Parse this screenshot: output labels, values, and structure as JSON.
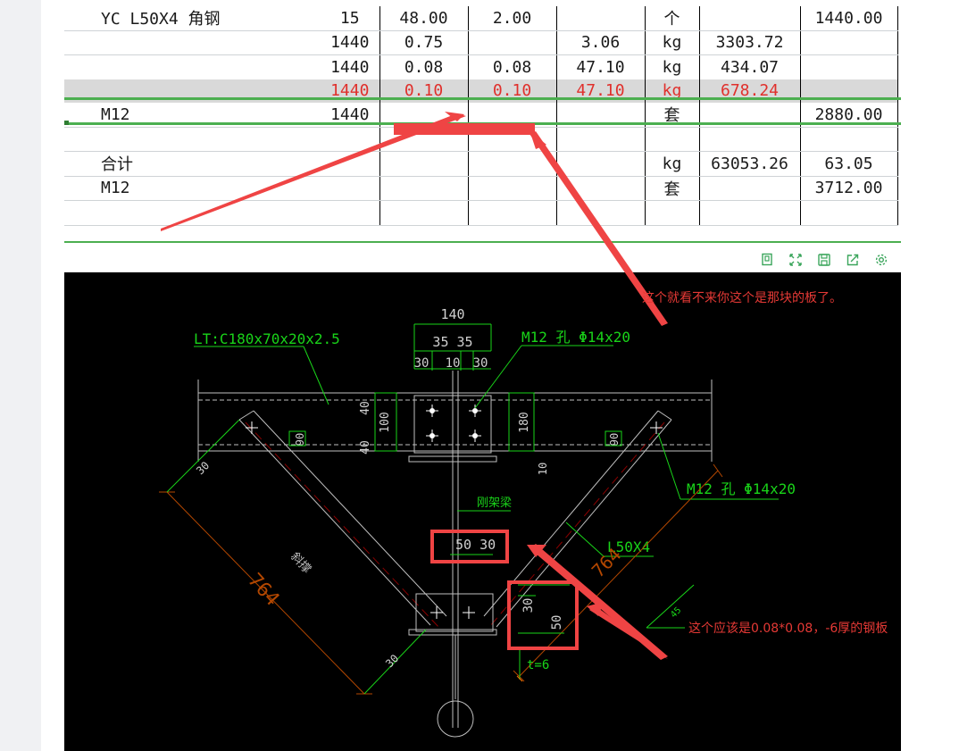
{
  "table": {
    "rows": [
      {
        "cells": [
          "YC L50X4  角钢",
          "15",
          "48.00",
          "2.00",
          "",
          "个",
          "",
          "1440.00"
        ]
      },
      {
        "cells": [
          "",
          "1440",
          "0.75",
          "",
          "3.06",
          "kg",
          "3303.72",
          ""
        ]
      },
      {
        "cells": [
          "",
          "1440",
          "0.08",
          "0.08",
          "47.10",
          "kg",
          "434.07",
          ""
        ]
      },
      {
        "cells": [
          "",
          "1440",
          "0.10",
          "0.10",
          "47.10",
          "kg",
          "678.24",
          ""
        ],
        "highlighted": true
      },
      {
        "cells": [
          "M12",
          "1440",
          "",
          "",
          "",
          "套",
          "",
          "2880.00"
        ]
      },
      {
        "cells": [
          "",
          "",
          "",
          "",
          "",
          "",
          "",
          ""
        ]
      },
      {
        "cells": [
          "合计",
          "",
          "",
          "",
          "",
          "kg",
          "63053.26",
          "63.05"
        ]
      },
      {
        "cells": [
          "M12",
          "",
          "",
          "",
          "",
          "套",
          "",
          "3712.00"
        ]
      },
      {
        "cells": [
          "",
          "",
          "",
          "",
          "",
          "",
          "",
          ""
        ]
      }
    ]
  },
  "toolbar": {
    "icons": [
      "fit-page-icon",
      "fullscreen-icon",
      "save-icon",
      "export-icon",
      "settings-icon"
    ]
  },
  "drawing": {
    "dim_140": "140",
    "dim_35_35": "35 35",
    "dim_30_left": "30",
    "dim_10": "10",
    "dim_30_right": "30",
    "purlin_label": "LT:C180x70x20x2.5",
    "bolt_hole_top": "M12 孔 Φ14x20",
    "bolt_hole_right": "M12 孔 Φ14x20",
    "dim_40_top": "40",
    "dim_100": "100",
    "dim_40_bottom": "40",
    "dim_180": "180",
    "dim_10_small": "10",
    "dim_90_left": "90",
    "dim_90_right": "90",
    "dim_30_diag_top": "30",
    "beam_label": "刚架梁",
    "dim_50_30": "50 30",
    "angle_label": "L50X4",
    "dim_764_left": "764",
    "dim_764_right": "764",
    "member_label": "斜撑",
    "dim_30_vert": "30",
    "dim_50_vert": "50",
    "dim_30_diag_bottom": "30",
    "plate_thickness": "t=6",
    "angle_mark": "45"
  },
  "annotations": {
    "note_top": "这个就看不来你这个是那块的板了。",
    "note_bottom": "这个应该是0.08*0.08，-6厚的钢板"
  },
  "colors": {
    "highlight_text": "#e0302c",
    "highlight_bg": "#d9d9d9",
    "green_line": "#4caf50",
    "cad_background": "#000000",
    "cad_green": "#19d419",
    "annotation_red": "#e53935"
  }
}
